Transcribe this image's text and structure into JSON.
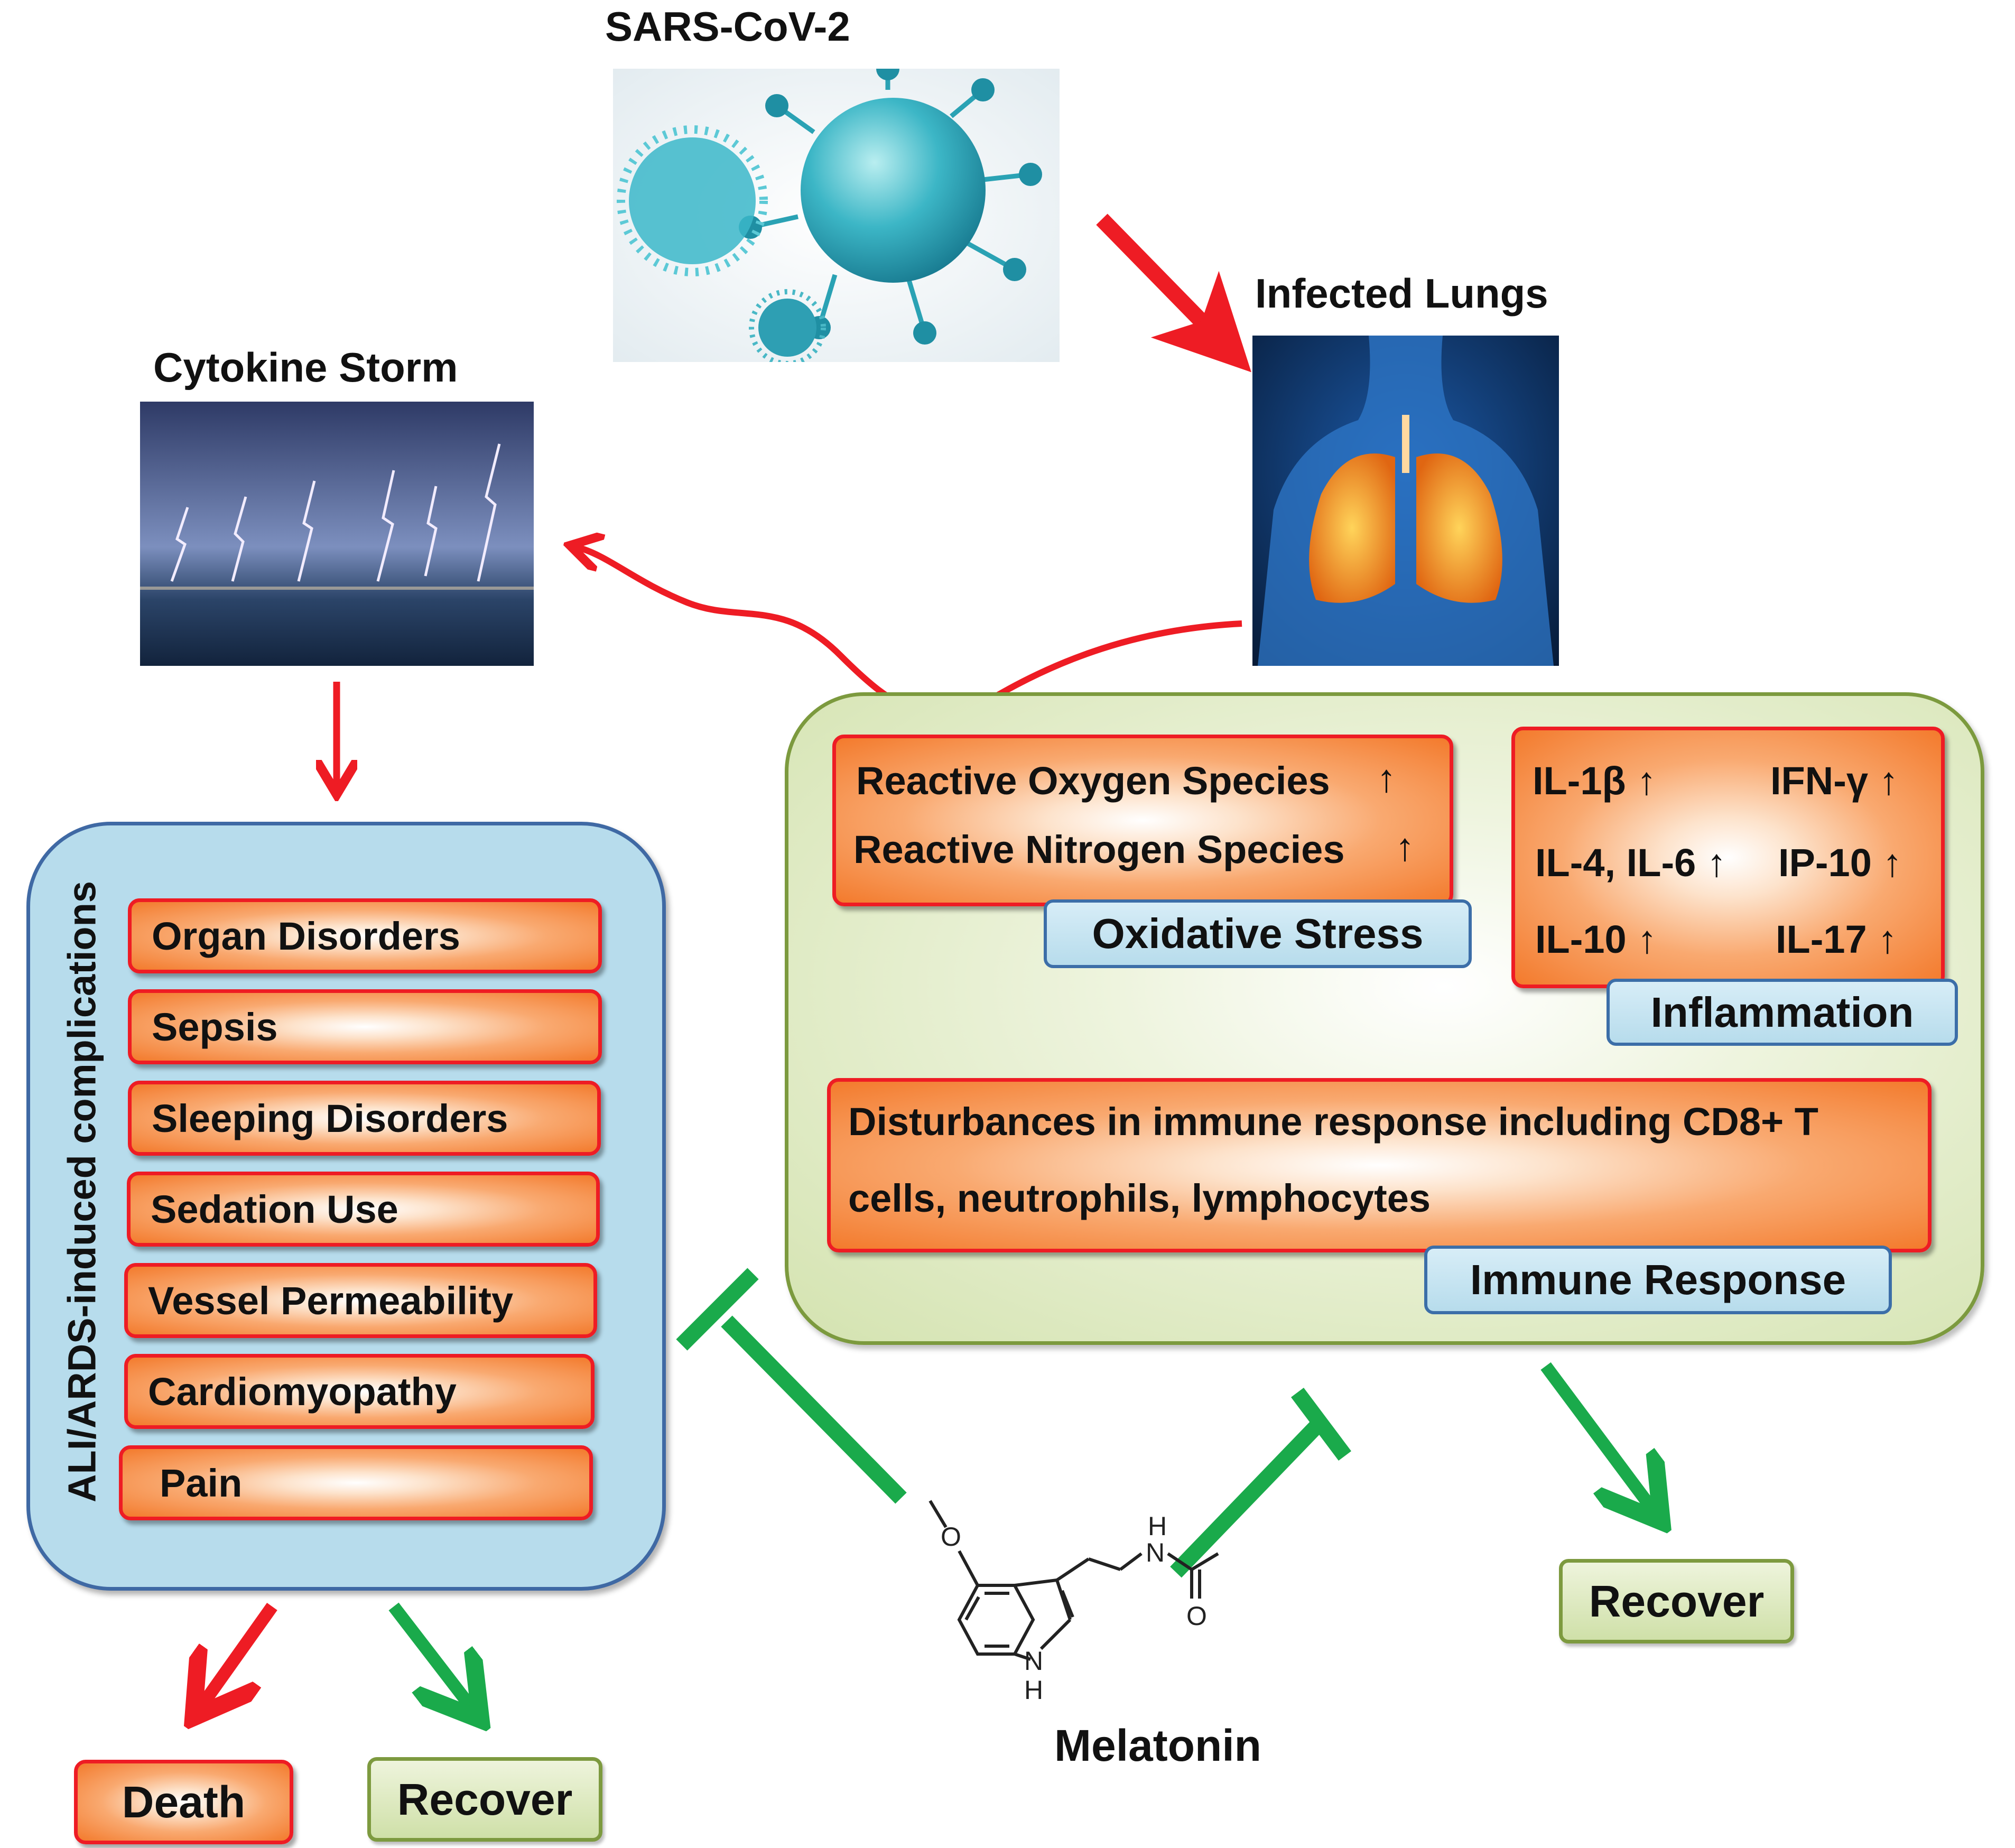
{
  "nodes": {
    "virus_label": "SARS-CoV-2",
    "lungs_label": "Infected Lungs",
    "storm_label": "Cytokine Storm",
    "melatonin_label": "Melatonin"
  },
  "complications": {
    "vertical_label": "ALI/ARDS-induced complications",
    "items": [
      "Organ Disorders",
      "Sepsis",
      "Sleeping Disorders",
      "Sedation Use",
      "Vessel Permeability",
      "Cardiomyopathy",
      "Pain"
    ]
  },
  "oxidative": {
    "line1": "Reactive Oxygen Species",
    "line2": "Reactive Nitrogen Species",
    "arrow": "↑",
    "tag": "Oxidative Stress"
  },
  "inflammation": {
    "cells": [
      "IL-1β ↑",
      "IFN-γ ↑",
      "IL-4, IL-6 ↑",
      "IP-10 ↑",
      "IL-10 ↑",
      "IL-17 ↑"
    ],
    "tag": "Inflammation"
  },
  "immune": {
    "line1": "Disturbances in immune response including CD8+ T",
    "line2": "cells, neutrophils, lymphocytes",
    "tag": "Immune Response"
  },
  "outcomes": {
    "death": "Death",
    "recover_left": "Recover",
    "recover_right": "Recover"
  },
  "molecule": {
    "atom_n": "N",
    "atom_h": "H",
    "atom_o": "O"
  },
  "colors": {
    "harm_arrow": "#ee1c24",
    "inhibit_arrow": "#1aaa4b",
    "complication_panel": "#b7dcec",
    "mechanism_panel": "#d4e3b0"
  }
}
